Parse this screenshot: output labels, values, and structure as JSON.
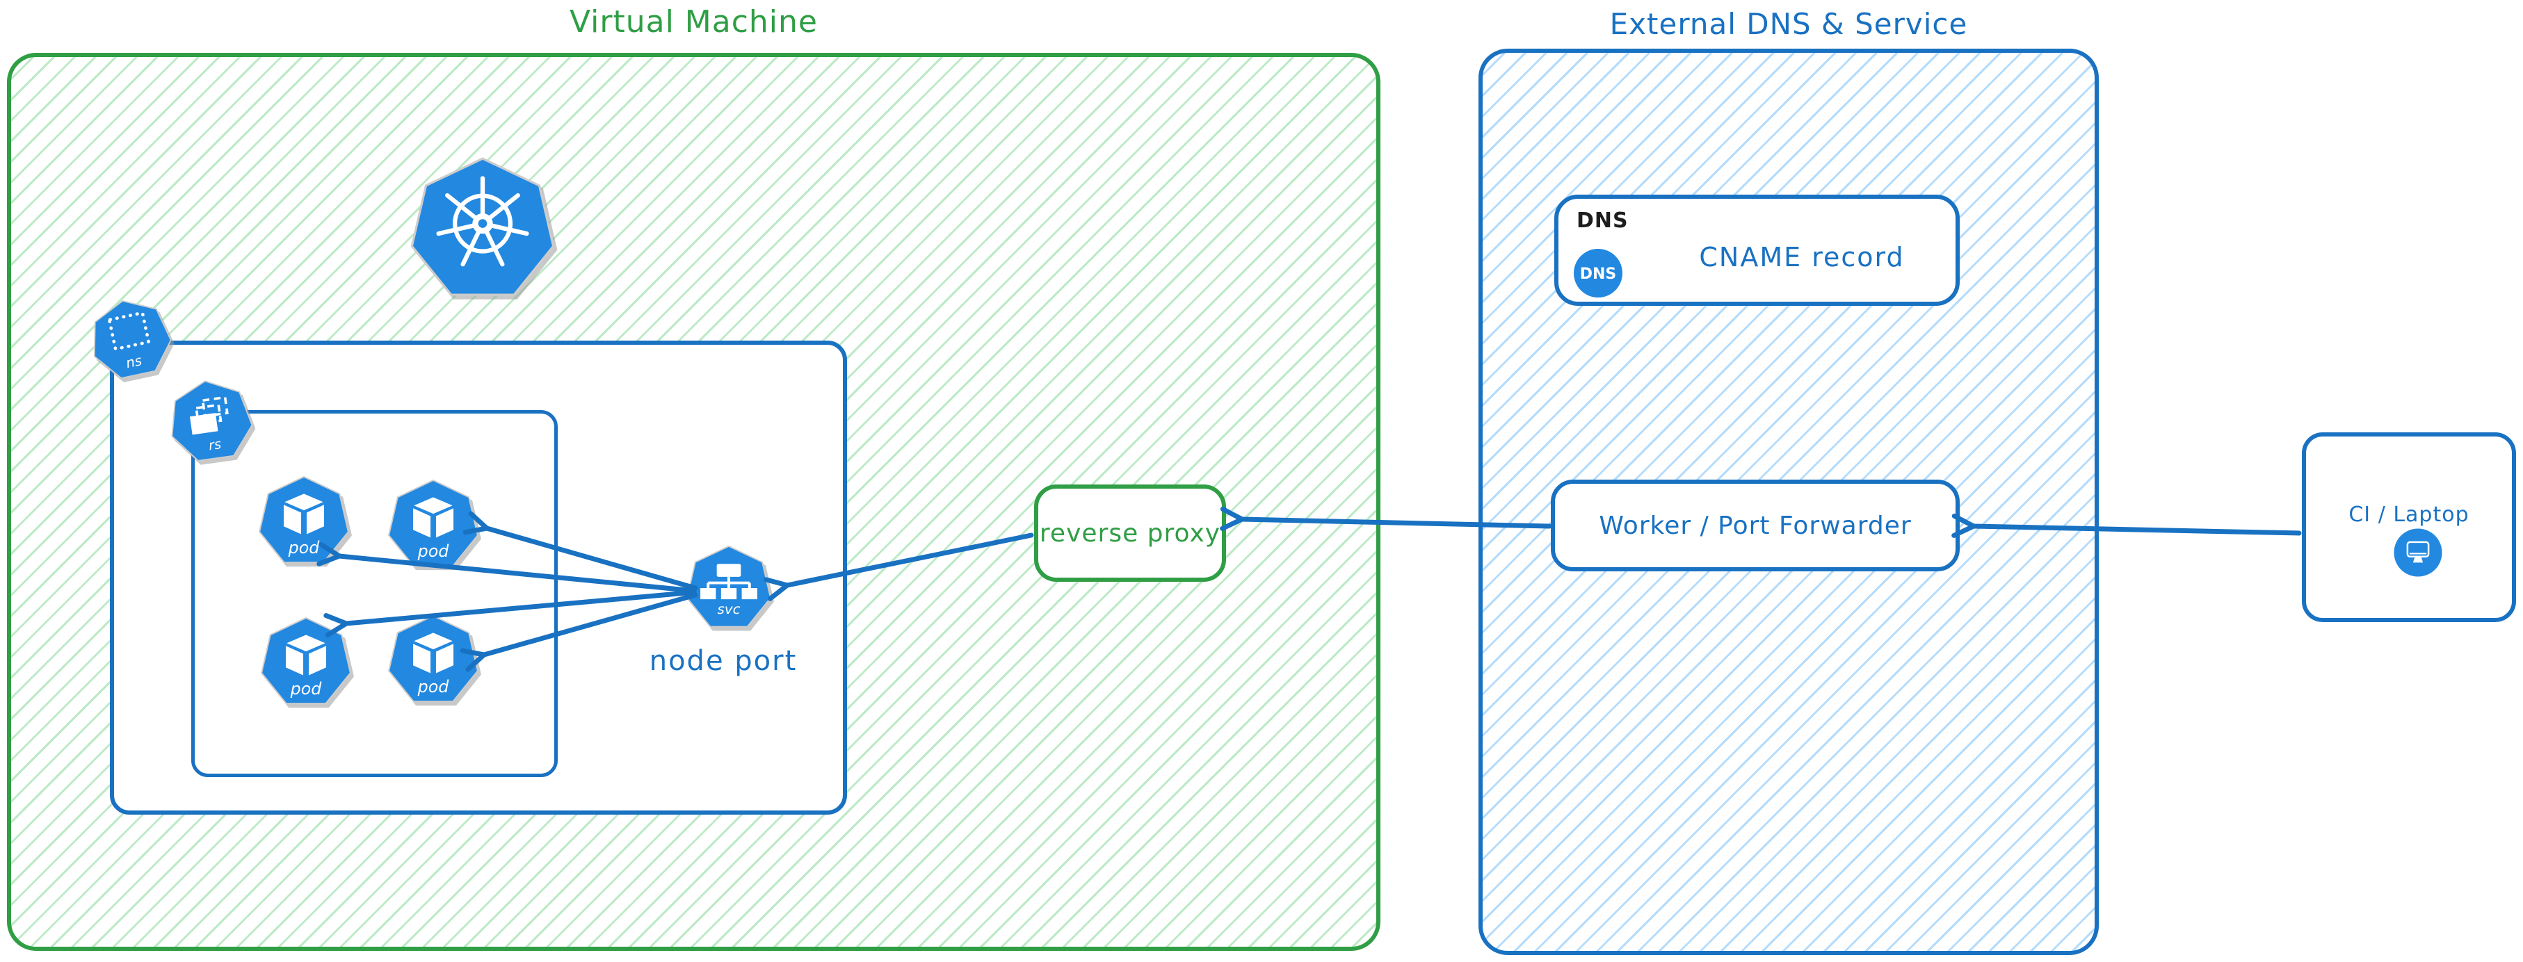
{
  "vm": {
    "title": "Virtual Machine",
    "kubernetes_logo": "kubernetes-icon",
    "namespace": {
      "badge": "ns"
    },
    "replicaset": {
      "badge": "rs"
    },
    "pods": [
      {
        "label": "pod"
      },
      {
        "label": "pod"
      },
      {
        "label": "pod"
      },
      {
        "label": "pod"
      }
    ],
    "service": {
      "badge": "svc",
      "caption": "node port"
    },
    "reverse_proxy_label": "reverse proxy"
  },
  "external": {
    "title": "External DNS & Service",
    "dns": {
      "heading": "DNS",
      "badge": "DNS",
      "record": "CNAME record"
    },
    "worker_label": "Worker / Port Forwarder"
  },
  "client": {
    "label": "CI / Laptop"
  },
  "connections": [
    {
      "from": "ci-laptop",
      "to": "worker-port-forwarder"
    },
    {
      "from": "worker-port-forwarder",
      "to": "reverse-proxy"
    },
    {
      "from": "reverse-proxy",
      "to": "node-port-service"
    },
    {
      "from": "node-port-service",
      "to": "pod-1"
    },
    {
      "from": "node-port-service",
      "to": "pod-2"
    },
    {
      "from": "node-port-service",
      "to": "pod-3"
    },
    {
      "from": "node-port-service",
      "to": "pod-4"
    }
  ],
  "colors": {
    "green_stroke": "#2f9e44",
    "green_hatch": "#b2f2bb",
    "blue_stroke": "#1971c2",
    "blue_hatch": "#a5d8ff",
    "icon_fill": "#2288e0",
    "black_text": "#1d1d1d"
  }
}
